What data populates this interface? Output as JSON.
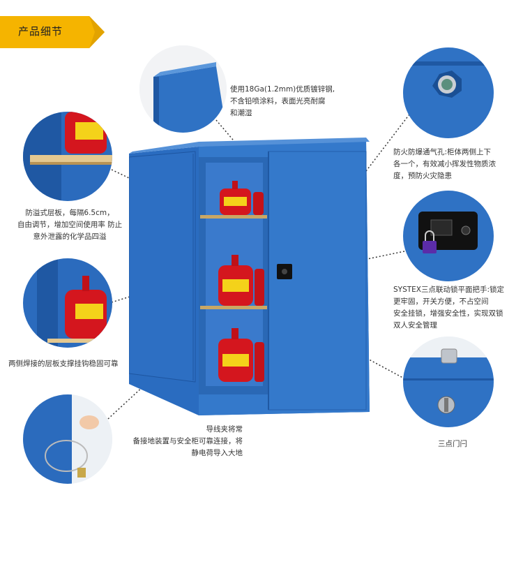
{
  "header": {
    "title": "产品细节"
  },
  "captions": {
    "material": [
      "使用18Ga(1.2mm)优质镀锌钢,",
      "不含铅喷涂料，表面光亮耐腐",
      "和潮湿"
    ],
    "shelf": [
      "防溢式层板，每隔6.5cm，",
      "自由调节，增加空间使用率 防止",
      "意外泄露的化学品四溢"
    ],
    "bracket": [
      "两侧焊接的层板支撑挂钩稳固可靠"
    ],
    "ground": [
      "导线夹将常",
      "备接地装置与安全柜可靠连接，将",
      "静电荷导入大地"
    ],
    "vent": [
      "防火防爆通气孔:柜体两侧上下",
      "各一个，有效减小挥发性物质浓",
      "度，预防火灾隐患"
    ],
    "lock": [
      "SYSTEX三点联动锁平面把手:锁定",
      "更牢固，开关方便，不占空间",
      "安全挂锁，增强安全性，实现双锁",
      "双人安全管理"
    ],
    "latch": [
      "三点门闩"
    ]
  },
  "colors": {
    "banner": "#f5b400",
    "cabinet": "#2f72c4",
    "cabinet_dark": "#1f58a3",
    "can": "#d4161e",
    "label": "#f4d21a"
  }
}
